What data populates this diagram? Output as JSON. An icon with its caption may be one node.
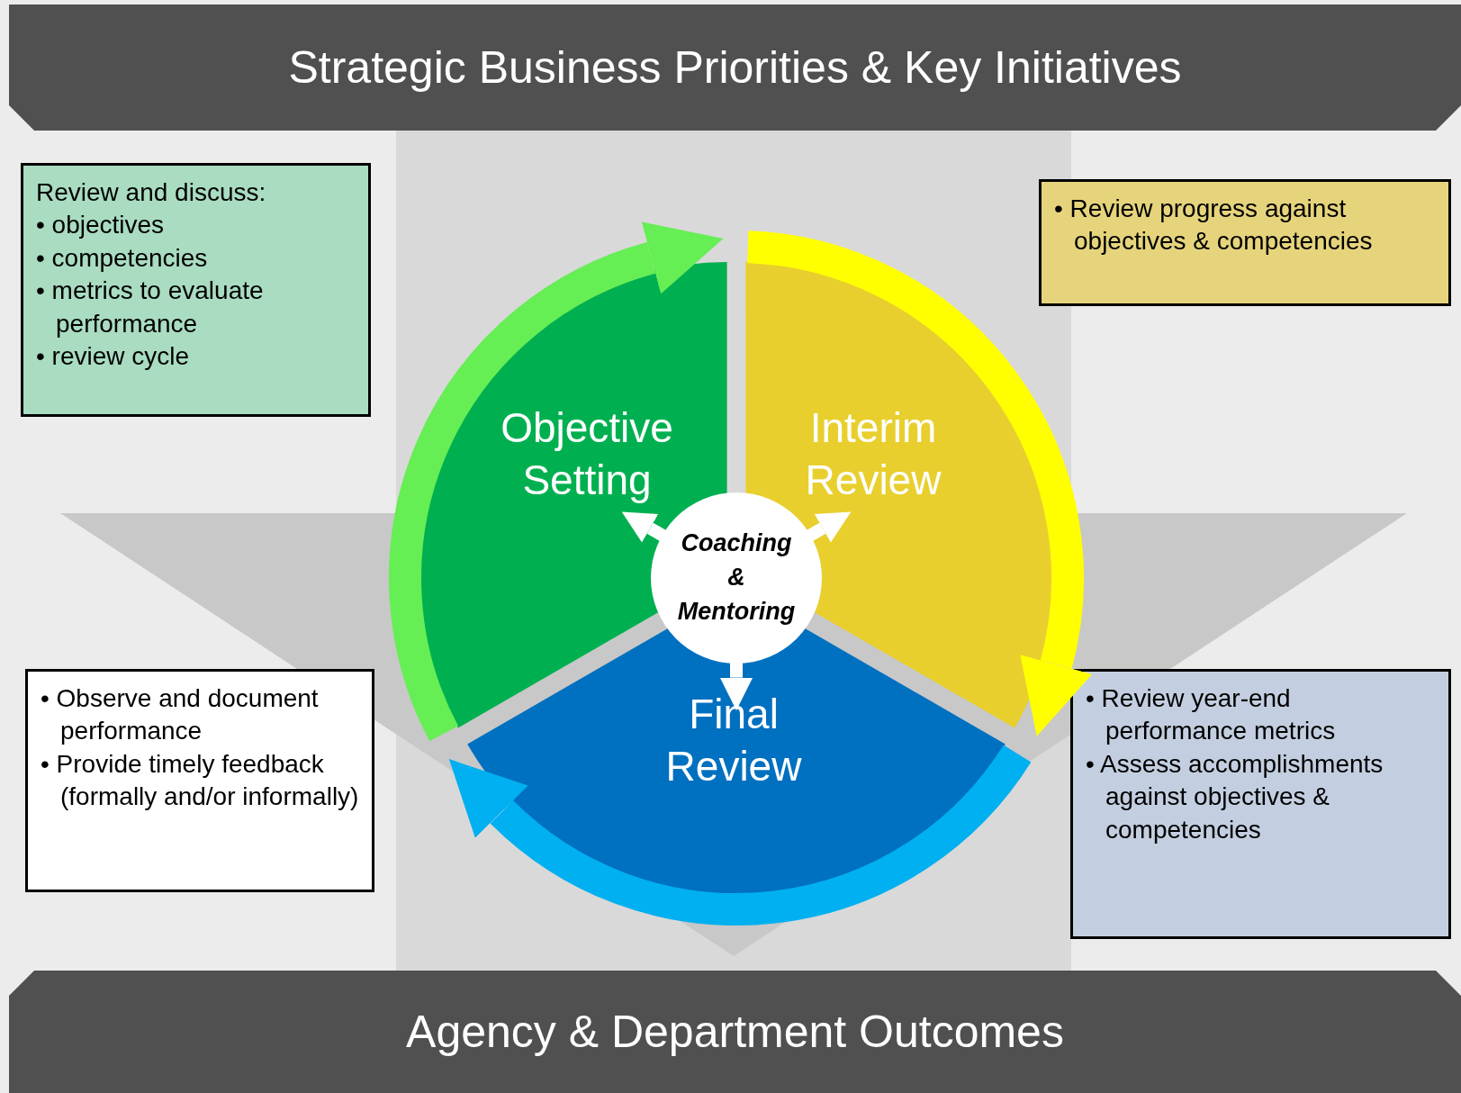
{
  "diagram": {
    "nodes": [
      {
        "text": [
          "Strategic Business Priorities & Key Initiatives"
        ]
      },
      {
        "text": [
          "Review and discuss:",
          "• objectives",
          "• competencies",
          "• metrics to evaluate performance",
          "• review cycle"
        ]
      },
      {
        "text": [
          "• Review progress against objectives & competencies"
        ]
      },
      {
        "text": [
          "Objective Setting"
        ]
      },
      {
        "text": [
          "Interim Review"
        ]
      },
      {
        "text": [
          "Coaching & Mentoring"
        ]
      },
      {
        "text": [
          "• Observe and document performance",
          "• Provide timely feedback (formally and/or informally)"
        ]
      },
      {
        "text": [
          "Final Review"
        ]
      },
      {
        "text": [
          "• Review year-end performance metrics",
          "• Assess accomplishments against objectives & competencies"
        ]
      },
      {
        "text": [
          "Agency & Department Outcomes"
        ]
      }
    ],
    "edges": [
      {
        "from": 3,
        "to": 4,
        "arrow": "to",
        "style": "thick",
        "color": "#66ee55"
      },
      {
        "from": 4,
        "to": 7,
        "arrow": "to",
        "style": "thick",
        "color": "#ffff00"
      },
      {
        "from": 7,
        "to": 3,
        "arrow": "to",
        "style": "thick",
        "color": "#00b0f0"
      },
      {
        "from": 5,
        "to": 3,
        "arrow": "to",
        "color": "#ffffff"
      },
      {
        "from": 5,
        "to": 4,
        "arrow": "to",
        "color": "#ffffff"
      },
      {
        "from": 5,
        "to": 7,
        "arrow": "to",
        "color": "#ffffff"
      }
    ]
  }
}
